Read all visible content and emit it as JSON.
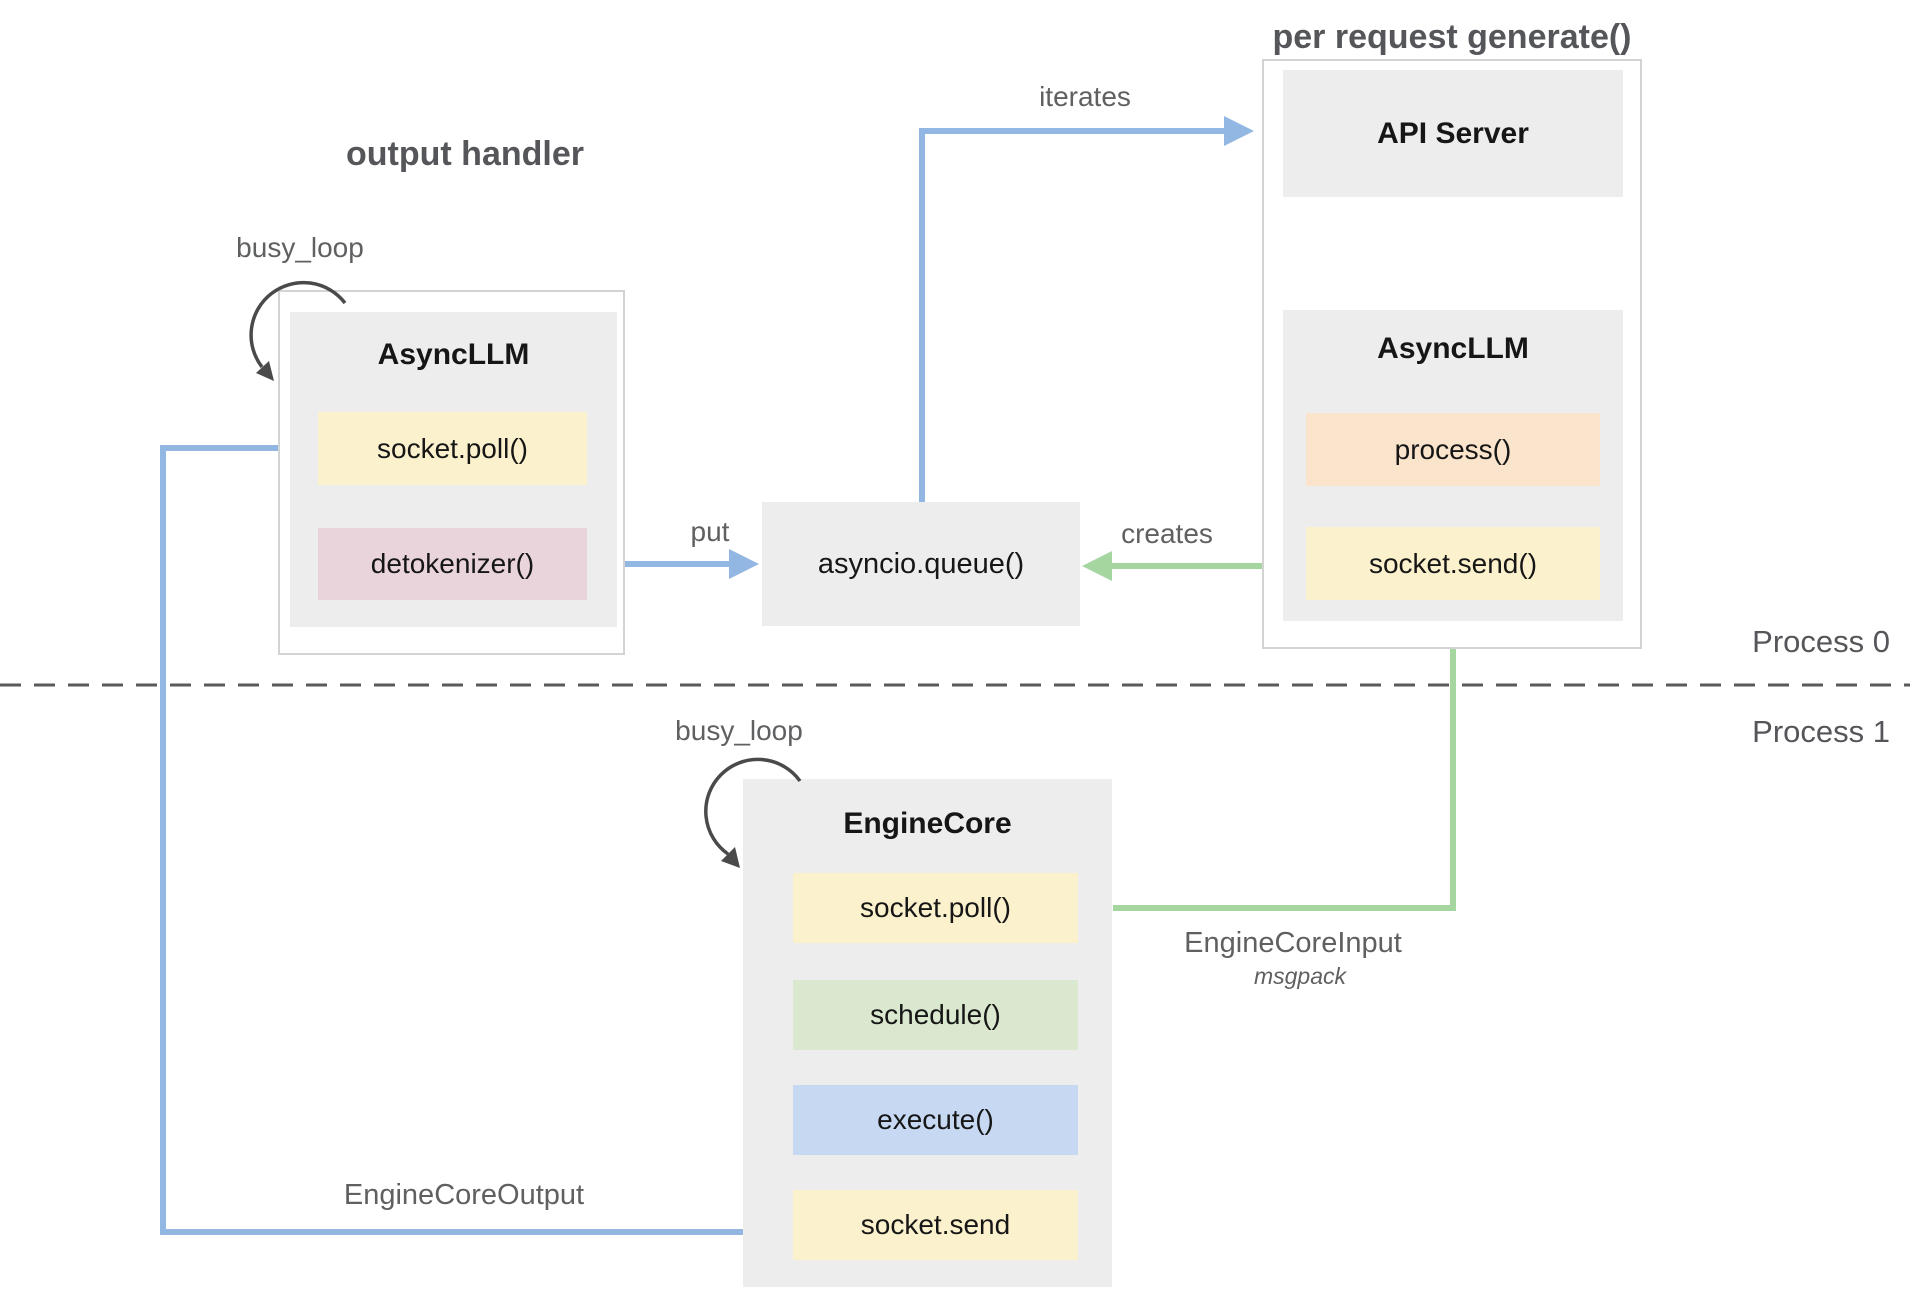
{
  "titles": {
    "output_handler": "output handler",
    "per_request_generate": "per request generate()"
  },
  "labels": {
    "busy_loop_top": "busy_loop",
    "busy_loop_bottom": "busy_loop",
    "iterates": "iterates",
    "put": "put",
    "creates": "creates",
    "engine_core_input": "EngineCoreInput",
    "msgpack": "msgpack",
    "engine_core_output": "EngineCoreOutput",
    "process_0": "Process 0",
    "process_1": "Process 1"
  },
  "nodes": {
    "async_llm_left": {
      "title": "AsyncLLM",
      "methods": [
        {
          "label": "socket.poll()",
          "color": "#FBF1CC"
        },
        {
          "label": "detokenizer()",
          "color": "#E9D4DC"
        }
      ]
    },
    "asyncio_queue": {
      "label": "asyncio.queue()"
    },
    "api_server": {
      "title": "API Server"
    },
    "async_llm_right": {
      "title": "AsyncLLM",
      "methods": [
        {
          "label": "process()",
          "color": "#FAE4CC"
        },
        {
          "label": "socket.send()",
          "color": "#FBF1CC"
        }
      ]
    },
    "engine_core": {
      "title": "EngineCore",
      "methods": [
        {
          "label": "socket.poll()",
          "color": "#FBF1CC"
        },
        {
          "label": "schedule()",
          "color": "#D9E8CF"
        },
        {
          "label": "execute()",
          "color": "#C6D8F2"
        },
        {
          "label": "socket.send",
          "color": "#FBF1CC"
        }
      ]
    }
  },
  "colors": {
    "box_gray": "#EDEDED",
    "container_border": "#D3D3D3",
    "arrow_blue": "#92B7E2",
    "arrow_green": "#A6D6A0",
    "loop_arrow": "#4A4A4A",
    "dash_line": "#5A5A5A",
    "title_gray": "#55565A",
    "label_gray": "#5F6062",
    "text_dark": "#161616"
  }
}
